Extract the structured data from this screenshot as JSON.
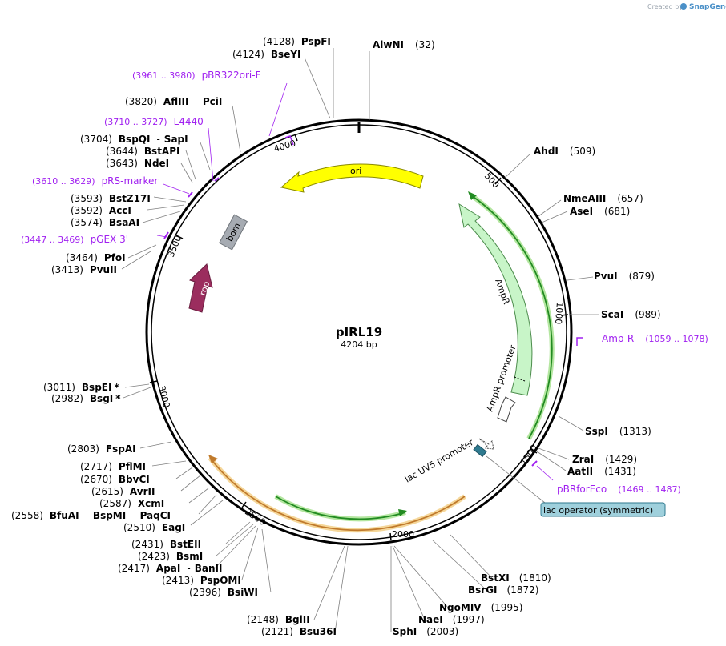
{
  "credit": {
    "prefix": "Created by",
    "brand": "SnapGene"
  },
  "plasmid": {
    "name": "pIRL19",
    "size": "4204 bp",
    "length": 4204
  },
  "ticks": [
    "500",
    "1000",
    "1500",
    "2000",
    "2500",
    "3000",
    "3500",
    "4000"
  ],
  "features": [
    {
      "id": "ori",
      "label": "ori",
      "color": "#ffff00"
    },
    {
      "id": "bom",
      "label": "bom",
      "color": "#a6abb2"
    },
    {
      "id": "rop",
      "label": "rop",
      "color": "#9b2d5e"
    },
    {
      "id": "ampr",
      "label": "AmpR",
      "color": "#c8f5c8"
    },
    {
      "id": "ampr-promoter",
      "label": "AmpR promoter",
      "color": "#ffffff"
    },
    {
      "id": "lacuv5",
      "label": "lac UV5 promoter",
      "color": "#ffffff"
    },
    {
      "id": "lacop",
      "label": "lac operator (symmetric)",
      "color": "#9fd0dc"
    }
  ],
  "enzymes": [
    {
      "name": "PspFI",
      "pos": "(4128)"
    },
    {
      "name": "BseYI",
      "pos": "(4124)"
    },
    {
      "name": "AlwNI",
      "pos": "(32)"
    },
    {
      "name": "AflIII",
      "pos": "(3820)"
    },
    {
      "name": "PciI",
      "pos": ""
    },
    {
      "name": "BspQI",
      "pos": "(3704)"
    },
    {
      "name": "SapI",
      "pos": ""
    },
    {
      "name": "BstAPI",
      "pos": "(3644)"
    },
    {
      "name": "NdeI",
      "pos": "(3643)"
    },
    {
      "name": "BstZ17I",
      "pos": "(3593)"
    },
    {
      "name": "AccI",
      "pos": "(3592)"
    },
    {
      "name": "BsaAI",
      "pos": "(3574)"
    },
    {
      "name": "PfoI",
      "pos": "(3464)"
    },
    {
      "name": "PvuII",
      "pos": "(3413)"
    },
    {
      "name": "AhdI",
      "pos": "(509)"
    },
    {
      "name": "NmeAIII",
      "pos": "(657)"
    },
    {
      "name": "AseI",
      "pos": "(681)"
    },
    {
      "name": "PvuI",
      "pos": "(879)"
    },
    {
      "name": "ScaI",
      "pos": "(989)"
    },
    {
      "name": "SspI",
      "pos": "(1313)"
    },
    {
      "name": "ZraI",
      "pos": "(1429)"
    },
    {
      "name": "AatII",
      "pos": "(1431)"
    },
    {
      "name": "BspEI",
      "pos": "(3011)"
    },
    {
      "name": "BsgI",
      "pos": "(2982)"
    },
    {
      "name": "FspAI",
      "pos": "(2803)"
    },
    {
      "name": "PflMI",
      "pos": "(2717)"
    },
    {
      "name": "BbvCI",
      "pos": "(2670)"
    },
    {
      "name": "AvrII",
      "pos": "(2615)"
    },
    {
      "name": "XcmI",
      "pos": "(2587)"
    },
    {
      "name": "BfuAI",
      "pos": "(2558)"
    },
    {
      "name": "BspMI",
      "pos": ""
    },
    {
      "name": "PaqCI",
      "pos": ""
    },
    {
      "name": "EagI",
      "pos": "(2510)"
    },
    {
      "name": "BstEII",
      "pos": "(2431)"
    },
    {
      "name": "BsmI",
      "pos": "(2423)"
    },
    {
      "name": "ApaI",
      "pos": "(2417)"
    },
    {
      "name": "BanII",
      "pos": ""
    },
    {
      "name": "PspOMI",
      "pos": "(2413)"
    },
    {
      "name": "BsiWI",
      "pos": "(2396)"
    },
    {
      "name": "BglII",
      "pos": "(2148)"
    },
    {
      "name": "Bsu36I",
      "pos": "(2121)"
    },
    {
      "name": "SphI",
      "pos": "(2003)"
    },
    {
      "name": "NaeI",
      "pos": "(1997)"
    },
    {
      "name": "NgoMIV",
      "pos": "(1995)"
    },
    {
      "name": "BsrGI",
      "pos": "(1872)"
    },
    {
      "name": "BstXI",
      "pos": "(1810)"
    }
  ],
  "primers": [
    {
      "name": "pBR322ori-F",
      "range": "(3961 .. 3980)"
    },
    {
      "name": "L4440",
      "range": "(3710 .. 3727)"
    },
    {
      "name": "pRS-marker",
      "range": "(3610 .. 3629)"
    },
    {
      "name": "pGEX 3'",
      "range": "(3447 .. 3469)"
    },
    {
      "name": "Amp-R",
      "range": "(1059 .. 1078)"
    },
    {
      "name": "pBRforEco",
      "range": "(1469 .. 1487)"
    }
  ],
  "symbols": {
    "star": "*",
    "dash": "-"
  },
  "colors": {
    "primer": "#a020f0",
    "backbone": "#000000",
    "orf": "#228b22",
    "orf_glow": "#b4e6a0",
    "orf2": "#c07a2c",
    "orf2_glow": "#f5d79a"
  }
}
